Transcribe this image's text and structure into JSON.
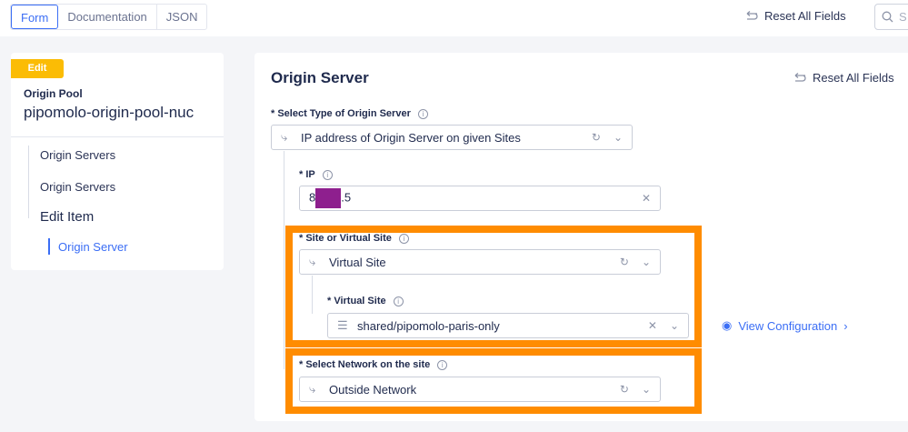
{
  "tabs": [
    {
      "label": "Form"
    },
    {
      "label": "Documentation"
    },
    {
      "label": "JSON"
    }
  ],
  "header": {
    "reset_label": "Reset All Fields",
    "search_placeholder": "S"
  },
  "sidebar": {
    "badge": "Edit",
    "object_type": "Origin Pool",
    "object_name": "pipomolo-origin-pool-nuc",
    "items": [
      {
        "label": "Origin Servers"
      },
      {
        "label": "Origin Servers"
      },
      {
        "label": "Edit Item"
      },
      {
        "label": "Origin Server"
      }
    ]
  },
  "main": {
    "title": "Origin Server",
    "reset_label": "Reset All Fields",
    "type_field": {
      "label": "* Select Type of Origin Server",
      "value": "IP address of Origin Server on given Sites"
    },
    "ip_field": {
      "label": "* IP",
      "value_start": "8",
      "value_end": ".5"
    },
    "site_field": {
      "label": "* Site or Virtual Site",
      "value": "Virtual Site"
    },
    "virtual_site_field": {
      "label": "* Virtual Site",
      "value": "shared/pipomolo-paris-only"
    },
    "view_config": "View Configuration",
    "network_field": {
      "label": "* Select Network on the site",
      "value": "Outside Network"
    }
  },
  "colors": {
    "accent": "#3b6ef5",
    "highlight": "#ff8c00",
    "badge": "#fbbc05",
    "redaction": "#8e1f8e"
  }
}
